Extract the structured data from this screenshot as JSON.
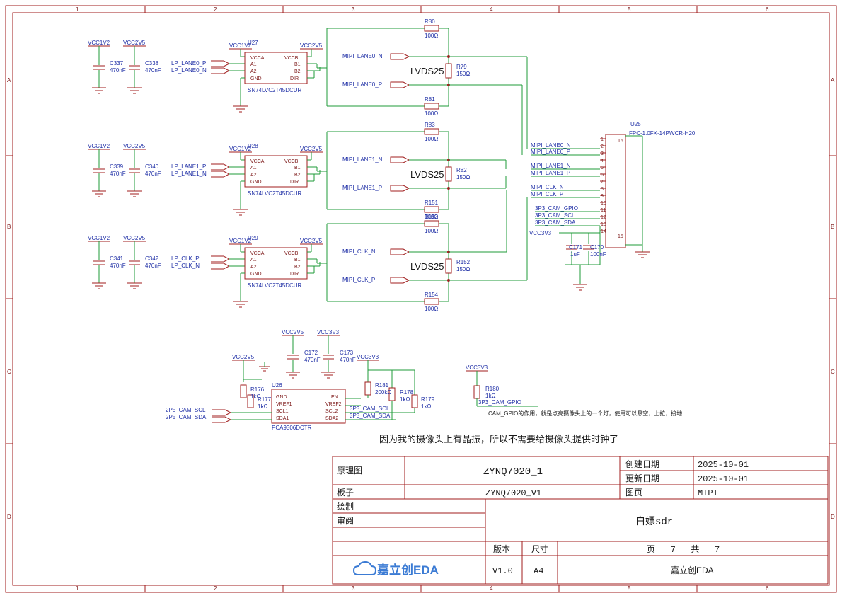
{
  "grid": {
    "cols": [
      "1",
      "2",
      "3",
      "4",
      "5",
      "6"
    ],
    "rows": [
      "A",
      "B",
      "C",
      "D"
    ]
  },
  "power": {
    "vcc1v2": "VCC1V2",
    "vcc2v5": "VCC2V5",
    "vcc3v3": "VCC3V3"
  },
  "channels": [
    {
      "cap1": {
        "ref": "C337",
        "val": "470nF"
      },
      "cap2": {
        "ref": "C338",
        "val": "470nF"
      },
      "u": {
        "ref": "U27",
        "part": "SN74LVC2T45DCUR"
      },
      "in_p": "LP_LANE0_P",
      "in_n": "LP_LANE0_N",
      "net_n": "MIPI_LANE0_N",
      "net_p": "MIPI_LANE0_P",
      "rt": {
        "ref": "R80",
        "val": "100Ω"
      },
      "rm": {
        "ref": "R79",
        "val": "150Ω"
      },
      "rb": {
        "ref": "R81",
        "val": "100Ω"
      },
      "std": "LVDS25"
    },
    {
      "cap1": {
        "ref": "C339",
        "val": "470nF"
      },
      "cap2": {
        "ref": "C340",
        "val": "470nF"
      },
      "u": {
        "ref": "U28",
        "part": "SN74LVC2T45DCUR"
      },
      "in_p": "LP_LANE1_P",
      "in_n": "LP_LANE1_N",
      "net_n": "MIPI_LANE1_N",
      "net_p": "MIPI_LANE1_P",
      "rt": {
        "ref": "R83",
        "val": "100Ω"
      },
      "rm": {
        "ref": "R82",
        "val": "150Ω"
      },
      "rb": {
        "ref": "R151",
        "val": "100Ω"
      },
      "std": "LVDS25"
    },
    {
      "cap1": {
        "ref": "C341",
        "val": "470nF"
      },
      "cap2": {
        "ref": "C342",
        "val": "470nF"
      },
      "u": {
        "ref": "U29",
        "part": "SN74LVC2T45DCUR"
      },
      "in_p": "LP_CLK_P",
      "in_n": "LP_CLK_N",
      "net_n": "MIPI_CLK_N",
      "net_p": "MIPI_CLK_P",
      "rt": {
        "ref": "R153",
        "val": "100Ω"
      },
      "rm": {
        "ref": "R152",
        "val": "150Ω"
      },
      "rb": {
        "ref": "R154",
        "val": "100Ω"
      },
      "std": "LVDS25"
    }
  ],
  "chip_pins": {
    "vcca": "VCCA",
    "a1": "A1",
    "a2": "A2",
    "gnd": "GND",
    "vccb": "VCCB",
    "b1": "B1",
    "b2": "B2",
    "dir": "DIR"
  },
  "connector": {
    "ref": "U25",
    "part": "FPC-1.0FX-14PWCR-H20",
    "nets": [
      "MIPI_LANE0_N",
      "MIPI_LANE0_P",
      "MIPI_LANE1_N",
      "MIPI_LANE1_P",
      "MIPI_CLK_N",
      "MIPI_CLK_P",
      "3P3_CAM_GPIO",
      "3P3_CAM_SCL",
      "3P3_CAM_SDA",
      "VCC3V3"
    ],
    "c171": {
      "ref": "C171",
      "val": "1uF"
    },
    "c170": {
      "ref": "C170",
      "val": "100nF"
    }
  },
  "i2c": {
    "u": {
      "ref": "U26",
      "part": "PCA9306DCTR"
    },
    "pins_l": [
      "GND",
      "VREF1",
      "SCL1",
      "SDA1"
    ],
    "pins_r": [
      "EN",
      "VREF2",
      "SCL2",
      "SDA2"
    ],
    "c172": {
      "ref": "C172",
      "val": "470nF"
    },
    "c173": {
      "ref": "C173",
      "val": "470nF"
    },
    "r176": {
      "ref": "R176",
      "val": "1kΩ"
    },
    "r177": {
      "ref": "R177",
      "val": "1kΩ"
    },
    "r181": {
      "ref": "R181",
      "val": "200kΩ"
    },
    "r178": {
      "ref": "R178",
      "val": "1kΩ"
    },
    "r179": {
      "ref": "R179",
      "val": "1kΩ"
    },
    "r180": {
      "ref": "R180",
      "val": "1kΩ"
    },
    "in_scl": "2P5_CAM_SCL",
    "in_sda": "2P5_CAM_SDA",
    "out_scl": "3P3_CAM_SCL",
    "out_sda": "3P3_CAM_SDA",
    "gpio": "3P3_CAM_GPIO"
  },
  "notes": {
    "gpio_note": "CAM_GPIO的作用，就是点亮摄像头上的一个灯，使用可以悬空，上拉，接地",
    "crystal_note": "因为我的摄像头上有晶振，所以不需要给摄像头提供时钟了"
  },
  "title_block": {
    "schematic_label": "原理图",
    "schematic_value": "ZYNQ7020_1",
    "created_label": "创建日期",
    "created_value": "2025-10-01",
    "updated_label": "更新日期",
    "updated_value": "2025-10-01",
    "board_label": "板子",
    "board_value": "ZYNQ7020_V1",
    "page_label": "图页",
    "page_value": "MIPI",
    "drawn_label": "绘制",
    "review_label": "审阅",
    "author": "白嫖sdr",
    "version_label": "版本",
    "size_label": "尺寸",
    "page_of": "页   7   共   7",
    "logo_text": "嘉立创EDA",
    "version_value": "V1.0",
    "size_value": "A4",
    "company": "嘉立创EDA"
  }
}
